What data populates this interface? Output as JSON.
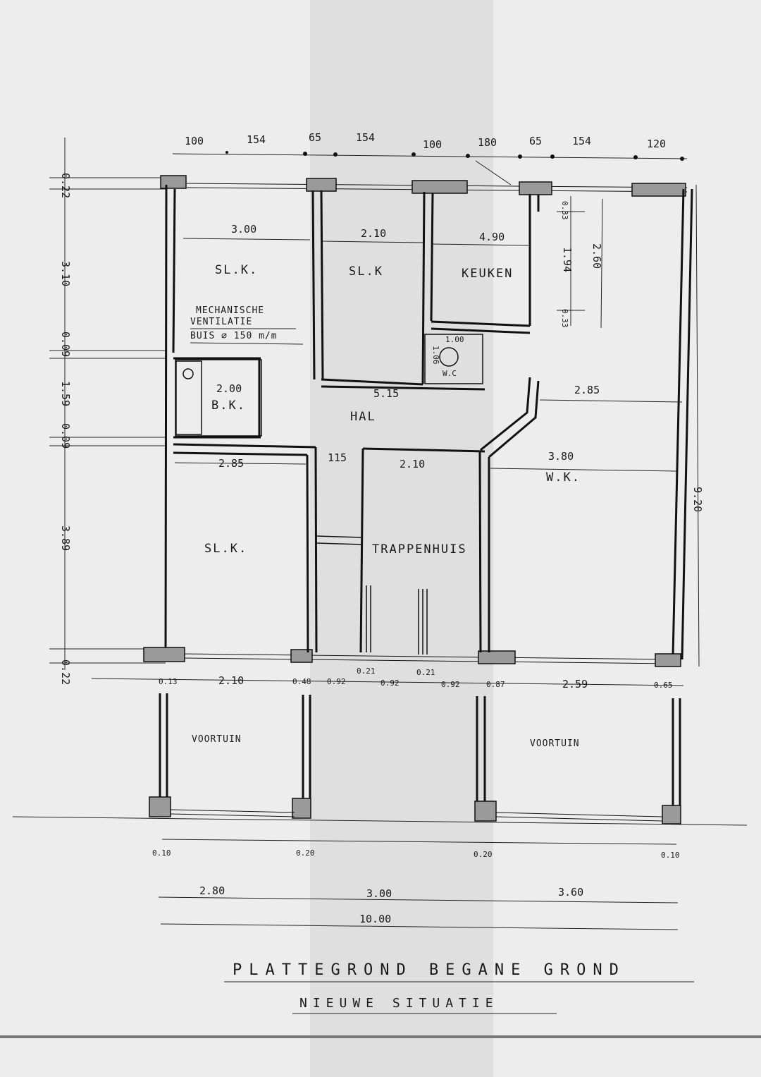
{
  "top_dims": [
    "100",
    "154",
    "65",
    "154",
    "100",
    "180",
    "65",
    "154",
    "120"
  ],
  "left_dims": [
    "0.22",
    "3.10",
    "0.09",
    "1.59",
    "0.09",
    "3.89",
    "0.22"
  ],
  "rooms": {
    "slk_tl": {
      "name": "SL.K.",
      "width": "3.00"
    },
    "slk_tm": {
      "name": "SL.K",
      "width": "2.10"
    },
    "keuken": {
      "name": "KEUKEN",
      "width": "4.90"
    },
    "wc": {
      "name": "W.C",
      "width": "1.00",
      "depth": "1.06"
    },
    "bk": {
      "name": "B.K.",
      "width": "2.00"
    },
    "hal": {
      "name": "HAL",
      "length": "5.15"
    },
    "wk": {
      "name": "W.K.",
      "width": "3.80",
      "depth": "2.85"
    },
    "slk_bl": {
      "name": "SL.K.",
      "width": "2.85"
    },
    "trappenhuis": {
      "name": "TRAPPENHUIS",
      "width": "2.10"
    },
    "corridor_width": "115"
  },
  "note": [
    "MECHANISCHE",
    "VENTILATIE",
    "BUIS ∅ 150 m/m"
  ],
  "right_dims": [
    "0.33",
    "1.94",
    "0.33",
    "2.60"
  ],
  "overall_depth": "9.20",
  "front_dims": [
    "0.13",
    "2.10",
    "0.48",
    "0.92",
    "0.21",
    "0.92",
    "0.21",
    "0.92",
    "0.87",
    "2.59",
    "0.65"
  ],
  "gardens": [
    "VOORTUIN",
    "VOORTUIN"
  ],
  "bottom_small": [
    "0.10",
    "0.20",
    "0.20",
    "0.10"
  ],
  "bottom_bays": [
    "2.80",
    "3.00",
    "3.60"
  ],
  "total_width": "10.00",
  "title": "PLATTEGROND BEGANE GROND",
  "subtitle": "NIEUWE SITUATIE"
}
